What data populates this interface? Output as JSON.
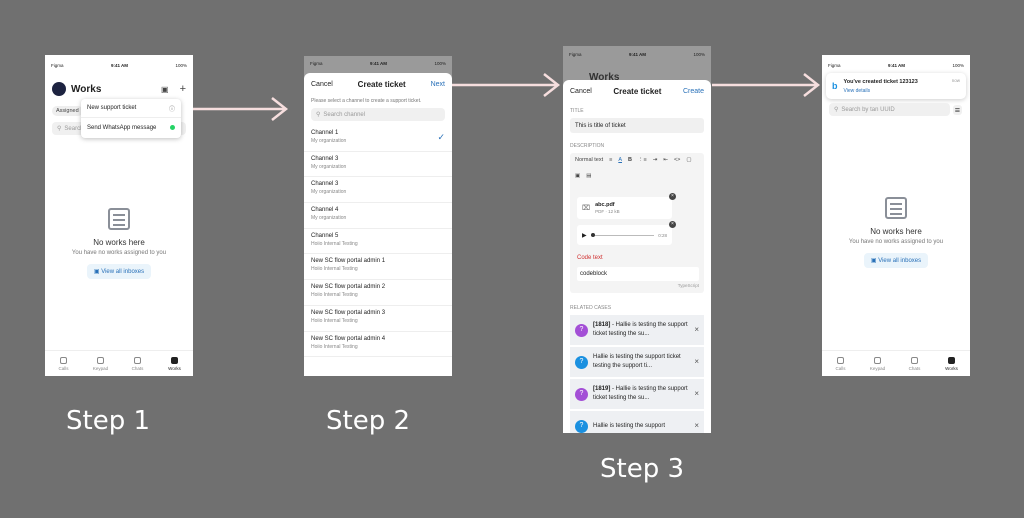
{
  "steps": [
    "Step 1",
    "Step 2",
    "Step 3"
  ],
  "status": {
    "carrier": "Figma",
    "time": "9:41 AM",
    "battery": "100%"
  },
  "screen1": {
    "title": "Works",
    "tab": "Assigned",
    "search_placeholder": "Search",
    "menu": [
      "New support ticket",
      "Send WhatsApp message"
    ],
    "empty_title": "No works here",
    "empty_sub": "You have no works assigned to you",
    "empty_button": "View all inboxes"
  },
  "nav": [
    "Calls",
    "Keypad",
    "Chats",
    "Works"
  ],
  "screen2": {
    "cancel": "Cancel",
    "title": "Create ticket",
    "next": "Next",
    "hint": "Please select a channel to create a support ticket.",
    "search_placeholder": "Search channel",
    "channels": [
      {
        "name": "Channel 1",
        "org": "My organization"
      },
      {
        "name": "Channel 3",
        "org": "My organization"
      },
      {
        "name": "Channel 3",
        "org": "My organization"
      },
      {
        "name": "Channel 4",
        "org": "My organization"
      },
      {
        "name": "Channel 5",
        "org": "Hoiio Internal Testing"
      },
      {
        "name": "New SC flow portal admin 1",
        "org": "Hoiio Internal Testing"
      },
      {
        "name": "New SC flow portal admin 2",
        "org": "Hoiio Internal Testing"
      },
      {
        "name": "New SC flow portal admin 3",
        "org": "Hoiio Internal Testing"
      },
      {
        "name": "New SC flow portal admin 4",
        "org": "Hoiio Internal Testing"
      }
    ]
  },
  "screen3": {
    "bg_title": "Works",
    "cancel": "Cancel",
    "title": "Create ticket",
    "create": "Create",
    "title_label": "TITLE",
    "title_value": "This is title of ticket",
    "desc_label": "DESCRIPTION",
    "normal_text": "Normal text",
    "file_name": "abc.pdf",
    "file_meta": "PDF · 12 kB",
    "audio_time": "0:28",
    "code_text": "Code text",
    "codeblock": "codeblock",
    "typescript": "TypeScript",
    "related_label": "RELATED CASES",
    "cases": [
      {
        "id": "[1818]",
        "text": "- Hallie is testing the support ticket testing the su...",
        "color": "#a34fd6"
      },
      {
        "id": "",
        "text": "Hallie is testing the support ticket testing the support ti...",
        "color": "#1a90e0"
      },
      {
        "id": "[1819]",
        "text": "- Hallie is testing the support ticket testing the su...",
        "color": "#a34fd6"
      },
      {
        "id": "",
        "text": "Hallie is testing the support",
        "color": "#1a90e0"
      }
    ]
  },
  "screen4": {
    "toast_title": "You've created ticket 123123",
    "toast_link": "View details",
    "toast_time": "now",
    "search_placeholder": "Search by tan UUID",
    "empty_title": "No works here",
    "empty_sub": "You have no works assigned to you",
    "empty_button": "View all inboxes"
  }
}
